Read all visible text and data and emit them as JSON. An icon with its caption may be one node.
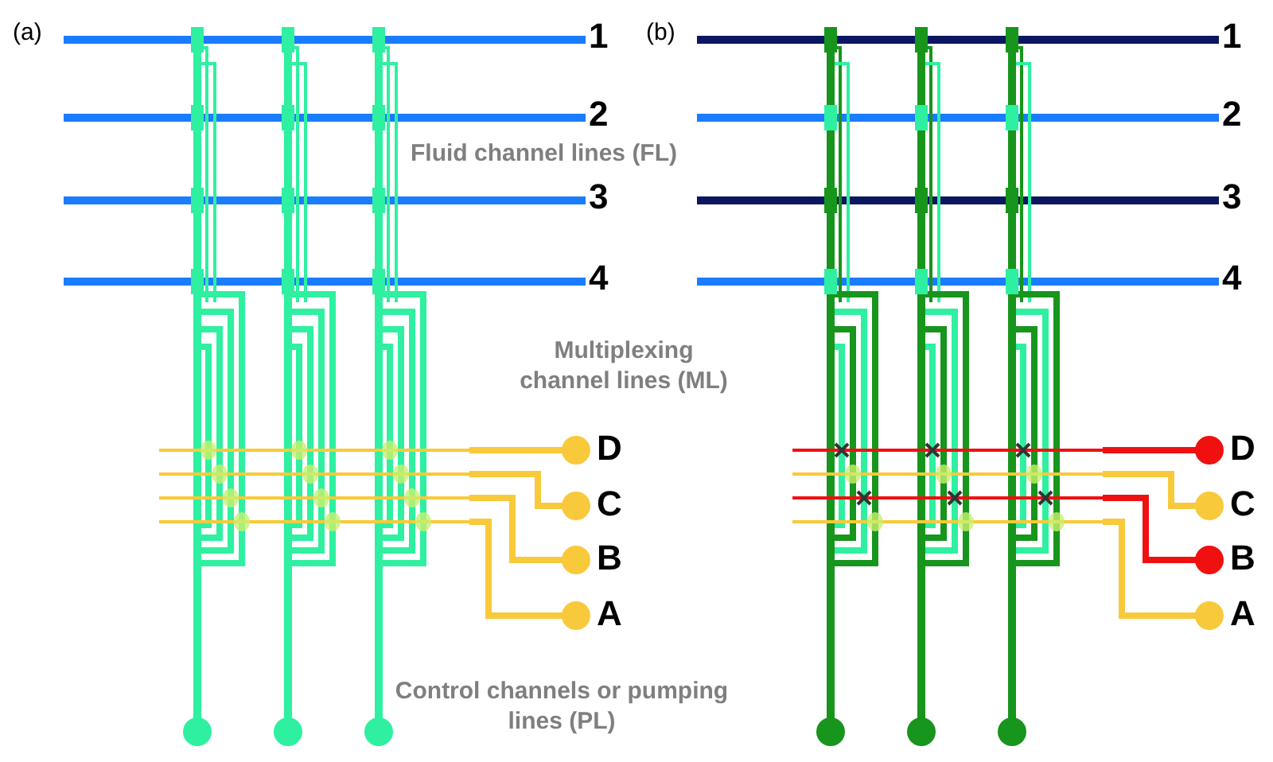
{
  "diagram": {
    "labels": [
      "(a)",
      "1",
      "2",
      "Fluid channel lines (FL)",
      "3",
      "4",
      "Multiplexing channel lines (ML)",
      "D",
      "C",
      "B",
      "A",
      "Control channels or pumping lines (PL)",
      "(b)",
      "1",
      "2",
      "3",
      "4",
      "D",
      "C",
      "B",
      "A"
    ]
  }
}
